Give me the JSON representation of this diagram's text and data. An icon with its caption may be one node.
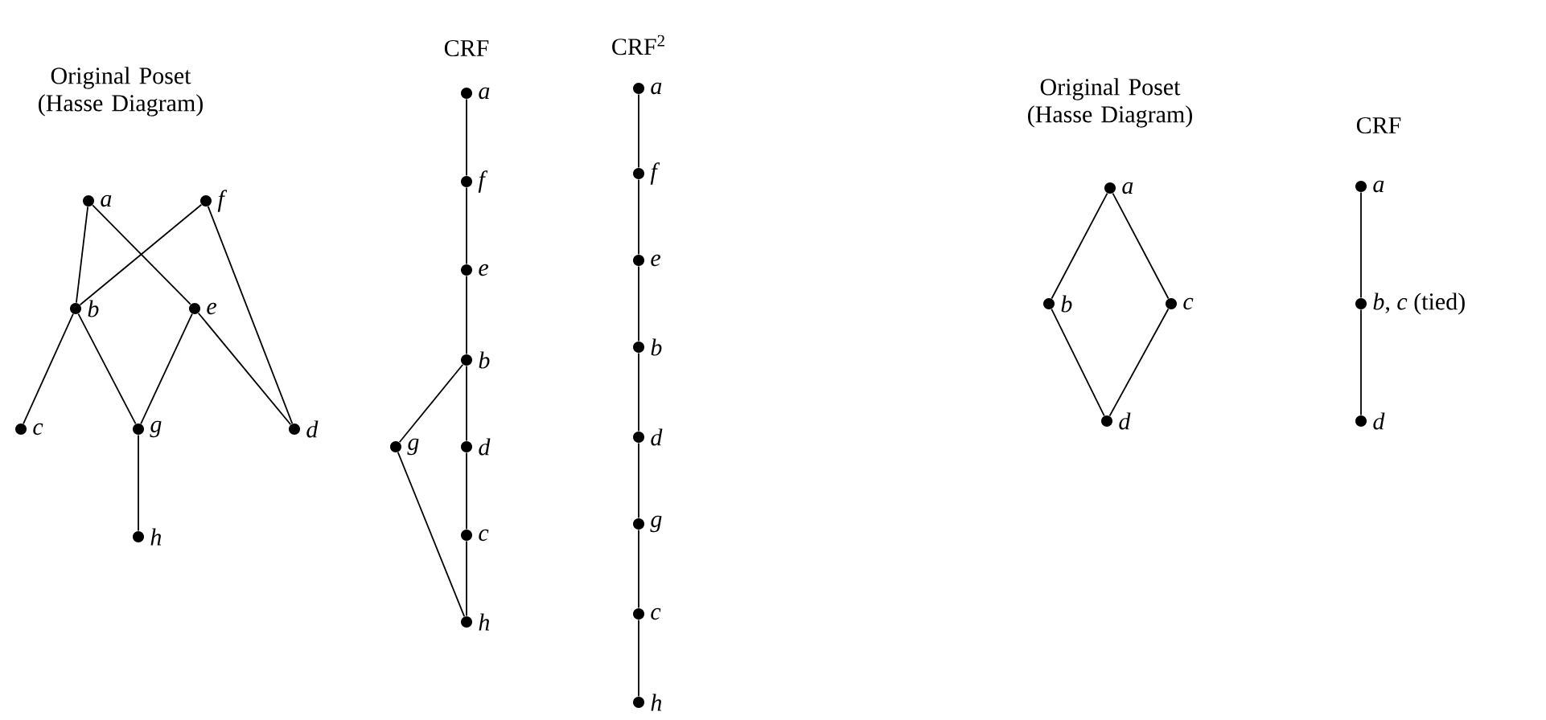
{
  "diagram": {
    "nodes": [
      {
        "text": [],
        "shape": "circle",
        "beside": [
          "a"
        ]
      },
      {
        "text": [],
        "shape": "circle",
        "beside": [
          "f"
        ]
      },
      {
        "text": [],
        "shape": "circle",
        "beside": [
          "b"
        ]
      },
      {
        "text": [],
        "shape": "circle",
        "beside": [
          "e"
        ]
      },
      {
        "text": [],
        "shape": "circle",
        "beside": [
          "c"
        ]
      },
      {
        "text": [],
        "shape": "circle",
        "beside": [
          "g"
        ]
      },
      {
        "text": [],
        "shape": "circle",
        "beside": [
          "d"
        ]
      },
      {
        "text": [],
        "shape": "circle",
        "beside": [
          "h"
        ]
      },
      {
        "text": [],
        "shape": "circle",
        "beside": [
          "a"
        ]
      },
      {
        "text": [],
        "shape": "circle",
        "beside": [
          "f"
        ]
      },
      {
        "text": [],
        "shape": "circle",
        "beside": [
          "e"
        ]
      },
      {
        "text": [],
        "shape": "circle",
        "beside": [
          "b"
        ]
      },
      {
        "text": [],
        "shape": "circle",
        "beside": [
          "g"
        ]
      },
      {
        "text": [],
        "shape": "circle",
        "beside": [
          "d"
        ]
      },
      {
        "text": [],
        "shape": "circle",
        "beside": [
          "c"
        ]
      },
      {
        "text": [],
        "shape": "circle",
        "beside": [
          "h"
        ]
      },
      {
        "text": [],
        "shape": "circle",
        "beside": [
          "a"
        ]
      },
      {
        "text": [],
        "shape": "circle",
        "beside": [
          "f"
        ]
      },
      {
        "text": [],
        "shape": "circle",
        "beside": [
          "e"
        ]
      },
      {
        "text": [],
        "shape": "circle",
        "beside": [
          "b"
        ]
      },
      {
        "text": [],
        "shape": "circle",
        "beside": [
          "d"
        ]
      },
      {
        "text": [],
        "shape": "circle",
        "beside": [
          "g"
        ]
      },
      {
        "text": [],
        "shape": "circle",
        "beside": [
          "c"
        ]
      },
      {
        "text": [],
        "shape": "circle",
        "beside": [
          "h"
        ]
      },
      {
        "text": [],
        "shape": "circle",
        "beside": [
          "a"
        ]
      },
      {
        "text": [],
        "shape": "circle",
        "beside": [
          "b"
        ]
      },
      {
        "text": [],
        "shape": "circle",
        "beside": [
          "c"
        ]
      },
      {
        "text": [],
        "shape": "circle",
        "beside": [
          "d"
        ]
      },
      {
        "text": [],
        "shape": "circle",
        "beside": [
          "a"
        ]
      },
      {
        "text": [],
        "shape": "circle",
        "beside": [
          "*b*, *c* (tied)"
        ]
      },
      {
        "text": [],
        "shape": "circle",
        "beside": [
          "d"
        ]
      }
    ],
    "edges": [
      {
        "from": 0,
        "to": 2,
        "arrow": "none"
      },
      {
        "from": 0,
        "to": 3,
        "arrow": "none"
      },
      {
        "from": 1,
        "to": 2,
        "arrow": "none"
      },
      {
        "from": 1,
        "to": 6,
        "arrow": "none"
      },
      {
        "from": 2,
        "to": 4,
        "arrow": "none"
      },
      {
        "from": 2,
        "to": 5,
        "arrow": "none"
      },
      {
        "from": 3,
        "to": 5,
        "arrow": "none"
      },
      {
        "from": 3,
        "to": 6,
        "arrow": "none"
      },
      {
        "from": 5,
        "to": 7,
        "arrow": "none"
      },
      {
        "from": 8,
        "to": 9,
        "arrow": "none"
      },
      {
        "from": 9,
        "to": 10,
        "arrow": "none"
      },
      {
        "from": 10,
        "to": 11,
        "arrow": "none"
      },
      {
        "from": 11,
        "to": 13,
        "arrow": "none"
      },
      {
        "from": 13,
        "to": 14,
        "arrow": "none"
      },
      {
        "from": 14,
        "to": 15,
        "arrow": "none"
      },
      {
        "from": 11,
        "to": 12,
        "arrow": "none"
      },
      {
        "from": 12,
        "to": 15,
        "arrow": "none"
      },
      {
        "from": 16,
        "to": 17,
        "arrow": "none"
      },
      {
        "from": 17,
        "to": 18,
        "arrow": "none"
      },
      {
        "from": 18,
        "to": 19,
        "arrow": "none"
      },
      {
        "from": 19,
        "to": 20,
        "arrow": "none"
      },
      {
        "from": 20,
        "to": 21,
        "arrow": "none"
      },
      {
        "from": 21,
        "to": 22,
        "arrow": "none"
      },
      {
        "from": 22,
        "to": 23,
        "arrow": "none"
      },
      {
        "from": 24,
        "to": 25,
        "arrow": "none"
      },
      {
        "from": 24,
        "to": 26,
        "arrow": "none"
      },
      {
        "from": 25,
        "to": 27,
        "arrow": "none"
      },
      {
        "from": 26,
        "to": 27,
        "arrow": "none"
      },
      {
        "from": 28,
        "to": 29,
        "arrow": "none"
      },
      {
        "from": 29,
        "to": 30,
        "arrow": "none"
      }
    ],
    "labels": [
      "Original Poset (Hasse Diagram)",
      "CRF",
      "CRF$^{2}$",
      "Original Poset (Hasse Diagram)",
      "CRF"
    ]
  }
}
